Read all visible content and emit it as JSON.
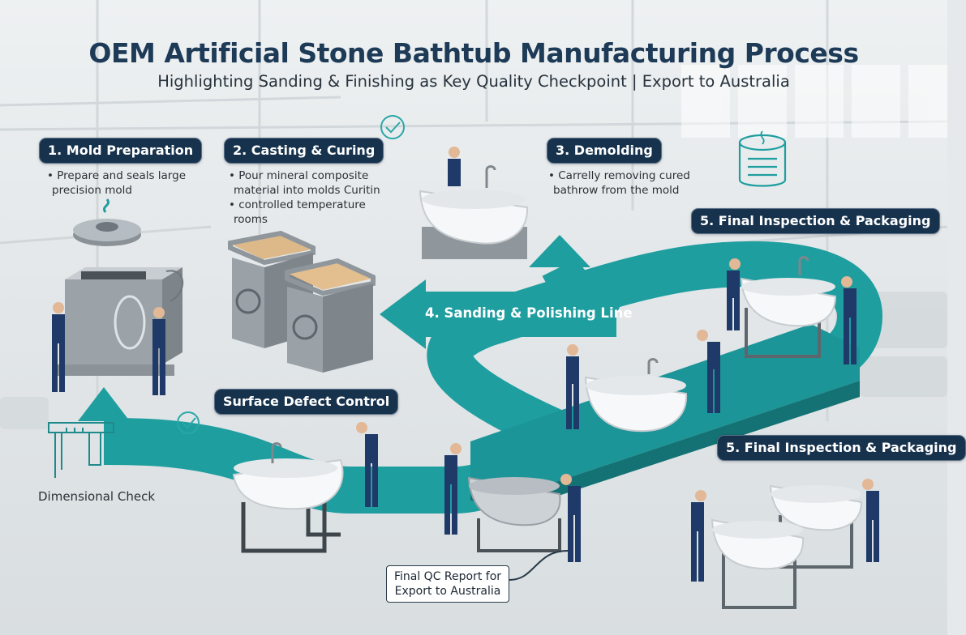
{
  "title": "OEM Artificial Stone Bathtub Manufacturing Process",
  "subtitle": "Highlighting Sanding & Finishing as Key Quality Checkpoint | Export to Australia",
  "steps": {
    "mold": {
      "label": "1. Mold Preparation",
      "lines": [
        "• Prepare and seals large",
        "precision mold"
      ]
    },
    "casting": {
      "label": "2. Casting & Curing",
      "lines": [
        "• Pour mineral composite",
        "material into molds Curitin",
        "• controlled temperature",
        "rooms"
      ]
    },
    "demolding": {
      "label": "3. Demolding",
      "lines": [
        "• Carrelly removing cured",
        "bathrow from the mold"
      ]
    },
    "sanding": {
      "label": "4. Sanding & Polishing Line"
    },
    "final_top": {
      "label": "5. Final Inspection & Packaging"
    },
    "final_bottom": {
      "label": "5. Final Inspection & Packaging"
    }
  },
  "checks": {
    "surface": "Surface Defect Control",
    "dimensional": "Dimensional Check"
  },
  "report": {
    "line1": "Final QC Report for",
    "line2": "Export to Australia"
  },
  "colors": {
    "teal": "#1f9ea0",
    "teal_dark": "#157a7d",
    "navy": "#16324d",
    "worker_blue": "#1f3a68"
  },
  "icons": [
    "check-circle-icon",
    "storage-drum-icon",
    "caliper-icon"
  ]
}
